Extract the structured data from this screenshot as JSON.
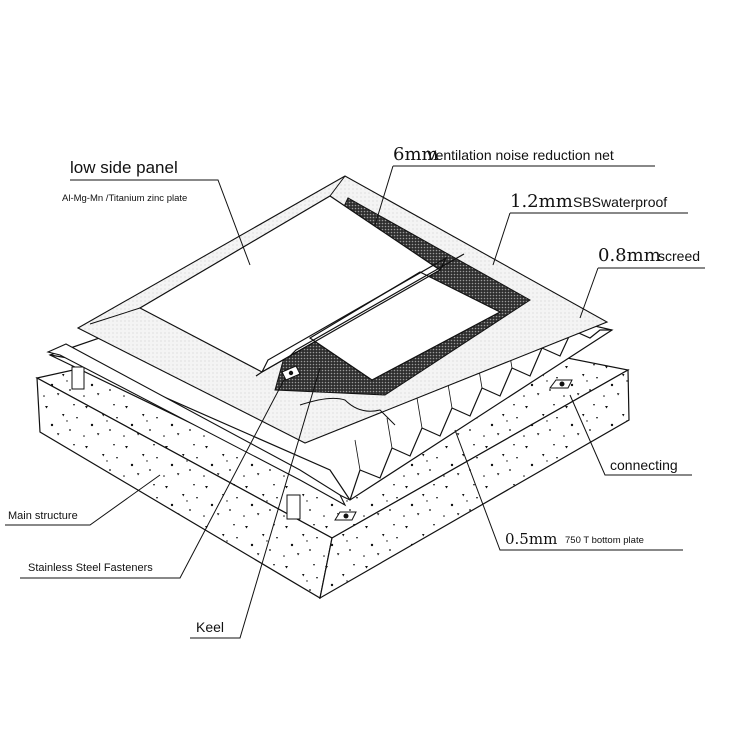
{
  "labels": {
    "low_side_panel": "low side panel",
    "plate_material": "Al-Mg-Mn /Titanium zinc plate",
    "vent_net_size": "6mm",
    "vent_net": "Ventilation noise reduction net",
    "waterproof_size": "1.2mm",
    "waterproof": "SBSwaterproof",
    "screed_size": "0.8mm",
    "screed": "screed",
    "connecting": "connecting",
    "main_structure": "Main structure",
    "bottom_plate_size": "0.5mm",
    "bottom_plate": "750 T bottom plate",
    "fasteners": "Stainless Steel Fasteners",
    "keel": "Keel"
  },
  "colors": {
    "line": "#111111",
    "net_fill": "#3a3a3a",
    "membrane_fill": "#eeeeee",
    "background": "#ffffff"
  }
}
